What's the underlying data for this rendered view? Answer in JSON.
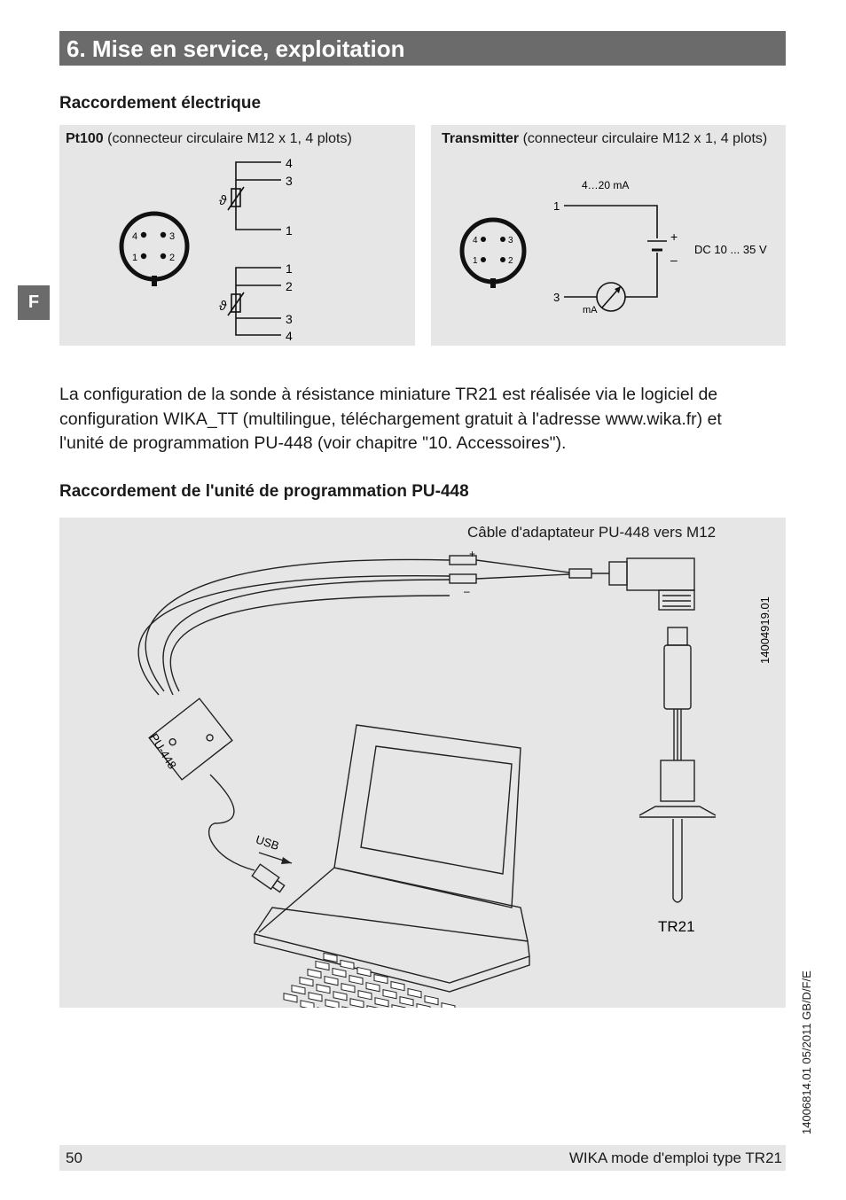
{
  "header": {
    "title": "6. Mise en service, exploitation"
  },
  "side_tab": {
    "label": "F"
  },
  "section_electrical": {
    "heading": "Raccordement électrique",
    "pt100": {
      "caption_bold": "Pt100",
      "caption_rest": " (connecteur circulaire M12 x 1, 4 plots)",
      "pins": [
        "4",
        "3",
        "1",
        "2"
      ],
      "terminals_top": [
        "4",
        "3",
        "1"
      ],
      "terminals_bottom": [
        "1",
        "2",
        "3",
        "4"
      ],
      "theta": "ϑ"
    },
    "transmitter": {
      "caption_bold": "Transmitter",
      "caption_rest": " (connecteur circulaire M12 x 1, 4 plots)",
      "pins": [
        "4",
        "3",
        "1",
        "2"
      ],
      "current_range": "4…20 mA",
      "terminal_1": "1",
      "terminal_3": "3",
      "plus": "+",
      "minus": "–",
      "meter_unit": "mA",
      "supply": "DC 10 ... 35 V"
    }
  },
  "paragraph": "La configuration de la sonde à résistance miniature TR21 est réalisée via le logiciel de configuration WIKA_TT (multilingue, téléchargement gratuit à l'adresse www.wika.fr) et l'unité de programmation PU-448 (voir chapitre \"10. Accessoires\").",
  "section_programming": {
    "heading": "Raccordement de l'unité de programmation PU-448",
    "cable_label": "Câble d'adaptateur PU-448 vers M12",
    "plus": "+",
    "minus": "–",
    "pu_label": "PU-448",
    "usb_label": "USB",
    "tr21_label": "TR21",
    "drawing_id": "14004919.01"
  },
  "side_doc_id": "14006814.01 05/2011 GB/D/F/E",
  "footer": {
    "page_number": "50",
    "doc_title": "WIKA mode d'emploi type TR21"
  }
}
